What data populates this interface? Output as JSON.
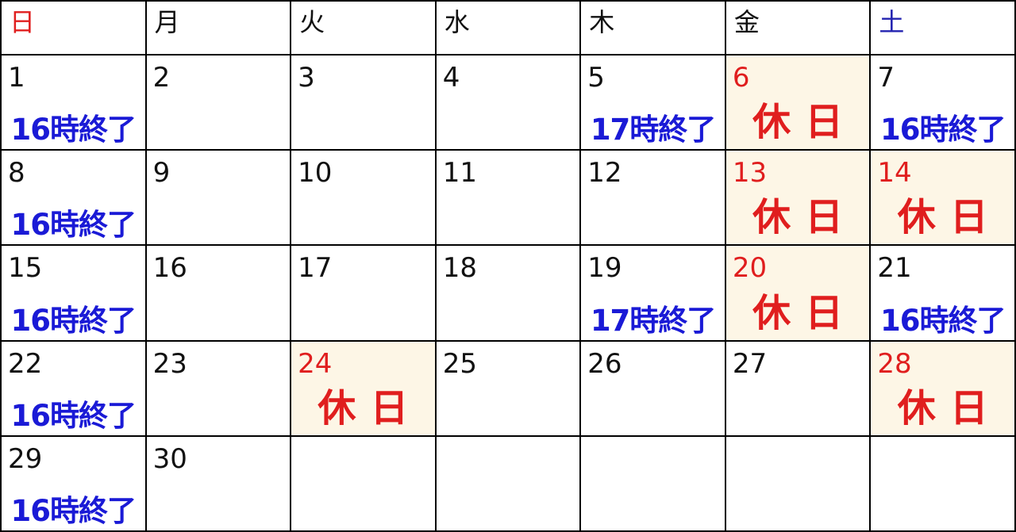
{
  "calendar": {
    "weekdays": [
      {
        "label": "日",
        "kind": "sun"
      },
      {
        "label": "月",
        "kind": "weekday"
      },
      {
        "label": "火",
        "kind": "weekday"
      },
      {
        "label": "水",
        "kind": "weekday"
      },
      {
        "label": "木",
        "kind": "weekday"
      },
      {
        "label": "金",
        "kind": "weekday"
      },
      {
        "label": "土",
        "kind": "sat"
      }
    ],
    "weeks": [
      [
        {
          "day": "1",
          "note": "16時終了",
          "holiday": false
        },
        {
          "day": "2",
          "note": "",
          "holiday": false
        },
        {
          "day": "3",
          "note": "",
          "holiday": false
        },
        {
          "day": "4",
          "note": "",
          "holiday": false
        },
        {
          "day": "5",
          "note": "17時終了",
          "holiday": false
        },
        {
          "day": "6",
          "note": "休日",
          "holiday": true
        },
        {
          "day": "7",
          "note": "16時終了",
          "holiday": false
        }
      ],
      [
        {
          "day": "8",
          "note": "16時終了",
          "holiday": false
        },
        {
          "day": "9",
          "note": "",
          "holiday": false
        },
        {
          "day": "10",
          "note": "",
          "holiday": false
        },
        {
          "day": "11",
          "note": "",
          "holiday": false
        },
        {
          "day": "12",
          "note": "",
          "holiday": false
        },
        {
          "day": "13",
          "note": "休日",
          "holiday": true
        },
        {
          "day": "14",
          "note": "休日",
          "holiday": true
        }
      ],
      [
        {
          "day": "15",
          "note": "16時終了",
          "holiday": false
        },
        {
          "day": "16",
          "note": "",
          "holiday": false
        },
        {
          "day": "17",
          "note": "",
          "holiday": false
        },
        {
          "day": "18",
          "note": "",
          "holiday": false
        },
        {
          "day": "19",
          "note": "17時終了",
          "holiday": false
        },
        {
          "day": "20",
          "note": "休日",
          "holiday": true
        },
        {
          "day": "21",
          "note": "16時終了",
          "holiday": false
        }
      ],
      [
        {
          "day": "22",
          "note": "16時終了",
          "holiday": false
        },
        {
          "day": "23",
          "note": "",
          "holiday": false
        },
        {
          "day": "24",
          "note": "休日",
          "holiday": true
        },
        {
          "day": "25",
          "note": "",
          "holiday": false
        },
        {
          "day": "26",
          "note": "",
          "holiday": false
        },
        {
          "day": "27",
          "note": "",
          "holiday": false
        },
        {
          "day": "28",
          "note": "休日",
          "holiday": true
        }
      ],
      [
        {
          "day": "29",
          "note": "16時終了",
          "holiday": false
        },
        {
          "day": "30",
          "note": "",
          "holiday": false
        },
        {
          "day": "",
          "note": "",
          "holiday": false
        },
        {
          "day": "",
          "note": "",
          "holiday": false
        },
        {
          "day": "",
          "note": "",
          "holiday": false
        },
        {
          "day": "",
          "note": "",
          "holiday": false
        },
        {
          "day": "",
          "note": "",
          "holiday": false
        }
      ]
    ]
  },
  "colors": {
    "grid_line": "#000000",
    "sunday_header": "#e01e1e",
    "saturday_header": "#2323b0",
    "early_close_text": "#1a1ad6",
    "holiday_text": "#e01e1e",
    "holiday_background": "#fdf6e6"
  }
}
